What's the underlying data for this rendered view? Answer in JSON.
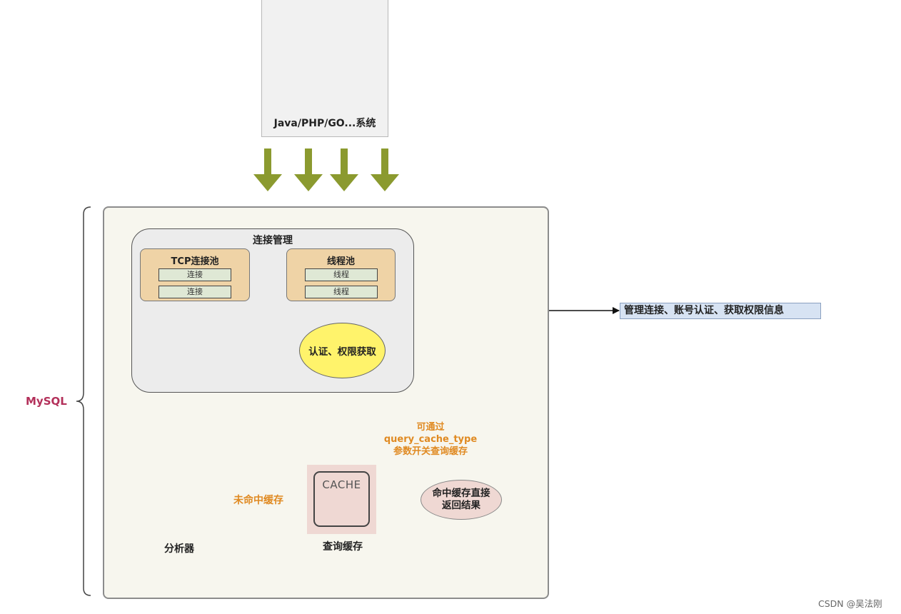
{
  "client": {
    "label": "Java/PHP/GO...系统",
    "icon": "server-folder-icon"
  },
  "mysql": {
    "label": "MySQL"
  },
  "connection_management": {
    "title": "连接管理",
    "tcp_pool": {
      "title": "TCP连接池",
      "slots": [
        "连接",
        "连接"
      ]
    },
    "thread_pool": {
      "title": "线程池",
      "slots": [
        "线程",
        "线程"
      ]
    },
    "auth": "认证、权限获取"
  },
  "side_note": "管理连接、账号认证、获取权限信息",
  "cache": {
    "box_text": "CACHE",
    "label": "查询缓存",
    "bubble_lines": [
      "可通过",
      "query_cache_type",
      "参数开关查询缓存"
    ],
    "hit_lines": [
      "命中缓存直接",
      "返回结果"
    ],
    "miss_label": "未命中缓存"
  },
  "analyzer": {
    "label": "分析器",
    "icon": "document-magnifier-icon"
  },
  "watermark": "CSDN @吴法刚",
  "colors": {
    "arrow_green": "#8b9a2f",
    "mysql_label": "#b3305a",
    "orange_text": "#e08a22",
    "auth_yellow": "#fff36b",
    "pool_tan": "#efd3a6",
    "cache_pink": "#efd8d3",
    "note_blue": "#d7e3f3"
  }
}
